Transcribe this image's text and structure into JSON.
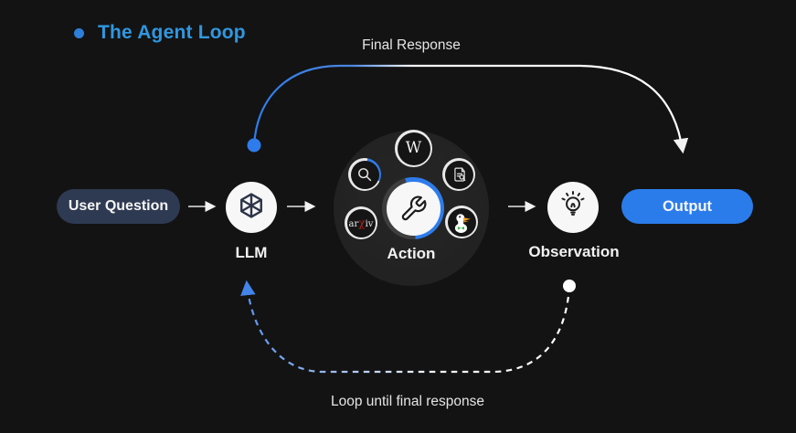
{
  "title": {
    "text": "The Agent Loop"
  },
  "nodes": {
    "user_question": {
      "label": "User Question"
    },
    "llm": {
      "label": "LLM"
    },
    "action": {
      "label": "Action"
    },
    "observation": {
      "label": "Observation"
    },
    "output": {
      "label": "Output"
    }
  },
  "annotations": {
    "final_response": "Final Response",
    "loop": "Loop until final response"
  },
  "tools": {
    "wikipedia": {
      "glyph": "W"
    },
    "arxiv": {
      "part1": "ar",
      "part2": "χ",
      "part3": "iv"
    },
    "search": {
      "icon": "search-icon"
    },
    "document_search": {
      "icon": "document-search-icon"
    },
    "duckduckgo": {
      "icon": "duckduckgo-icon"
    },
    "wrench": {
      "icon": "wrench-icon"
    }
  },
  "colors": {
    "background": "#131313",
    "title_blue": "#2f97e0",
    "accent_blue": "#2e7ceb",
    "user_question_pill": "#2e3a52",
    "output_pill": "#2b7ceb",
    "arxiv_red": "#b32025",
    "duck_beak_orange": "#f5a623",
    "duck_bow_green": "#3cb44a"
  }
}
